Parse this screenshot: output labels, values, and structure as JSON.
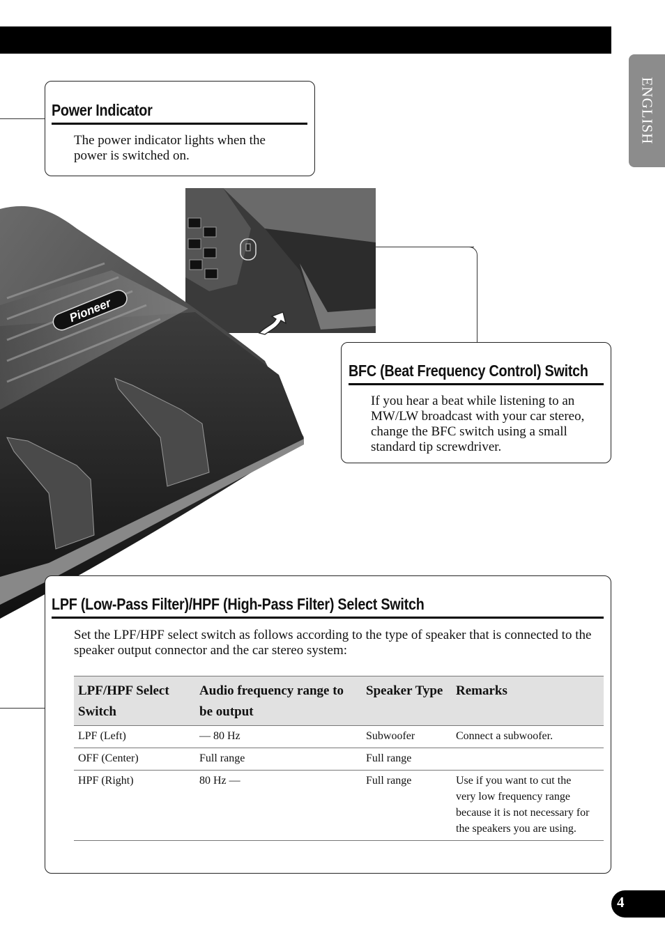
{
  "language_tab": "ENGLISH",
  "page_number": "4",
  "power_indicator": {
    "title": "Power Indicator",
    "body": "The power indicator lights when the power is switched on."
  },
  "bfc_switch": {
    "title": "BFC (Beat Frequency Control) Switch",
    "body": "If you hear a beat while listening to an MW/LW broadcast with your car stereo, change the BFC switch using a small standard tip screwdriver."
  },
  "illustration": {
    "brand_logo": "Pioneer"
  },
  "filter_switch": {
    "title": "LPF (Low-Pass Filter)/HPF (High-Pass Filter) Select Switch",
    "body": "Set the LPF/HPF select switch as follows according to the type of speaker that is connected to the speaker output connector and the car stereo system:",
    "table": {
      "headers": [
        "LPF/HPF Select Switch",
        "Audio frequency range to be output",
        "Speaker Type",
        "Remarks"
      ],
      "rows": [
        [
          "LPF (Left)",
          "— 80 Hz",
          "Subwoofer",
          "Connect a subwoofer."
        ],
        [
          "OFF (Center)",
          "Full range",
          "Full range",
          ""
        ],
        [
          "HPF (Right)",
          "80 Hz —",
          "Full range",
          "Use if you want to cut the very low frequency range because it is not necessary for the speakers you are using."
        ]
      ]
    }
  }
}
